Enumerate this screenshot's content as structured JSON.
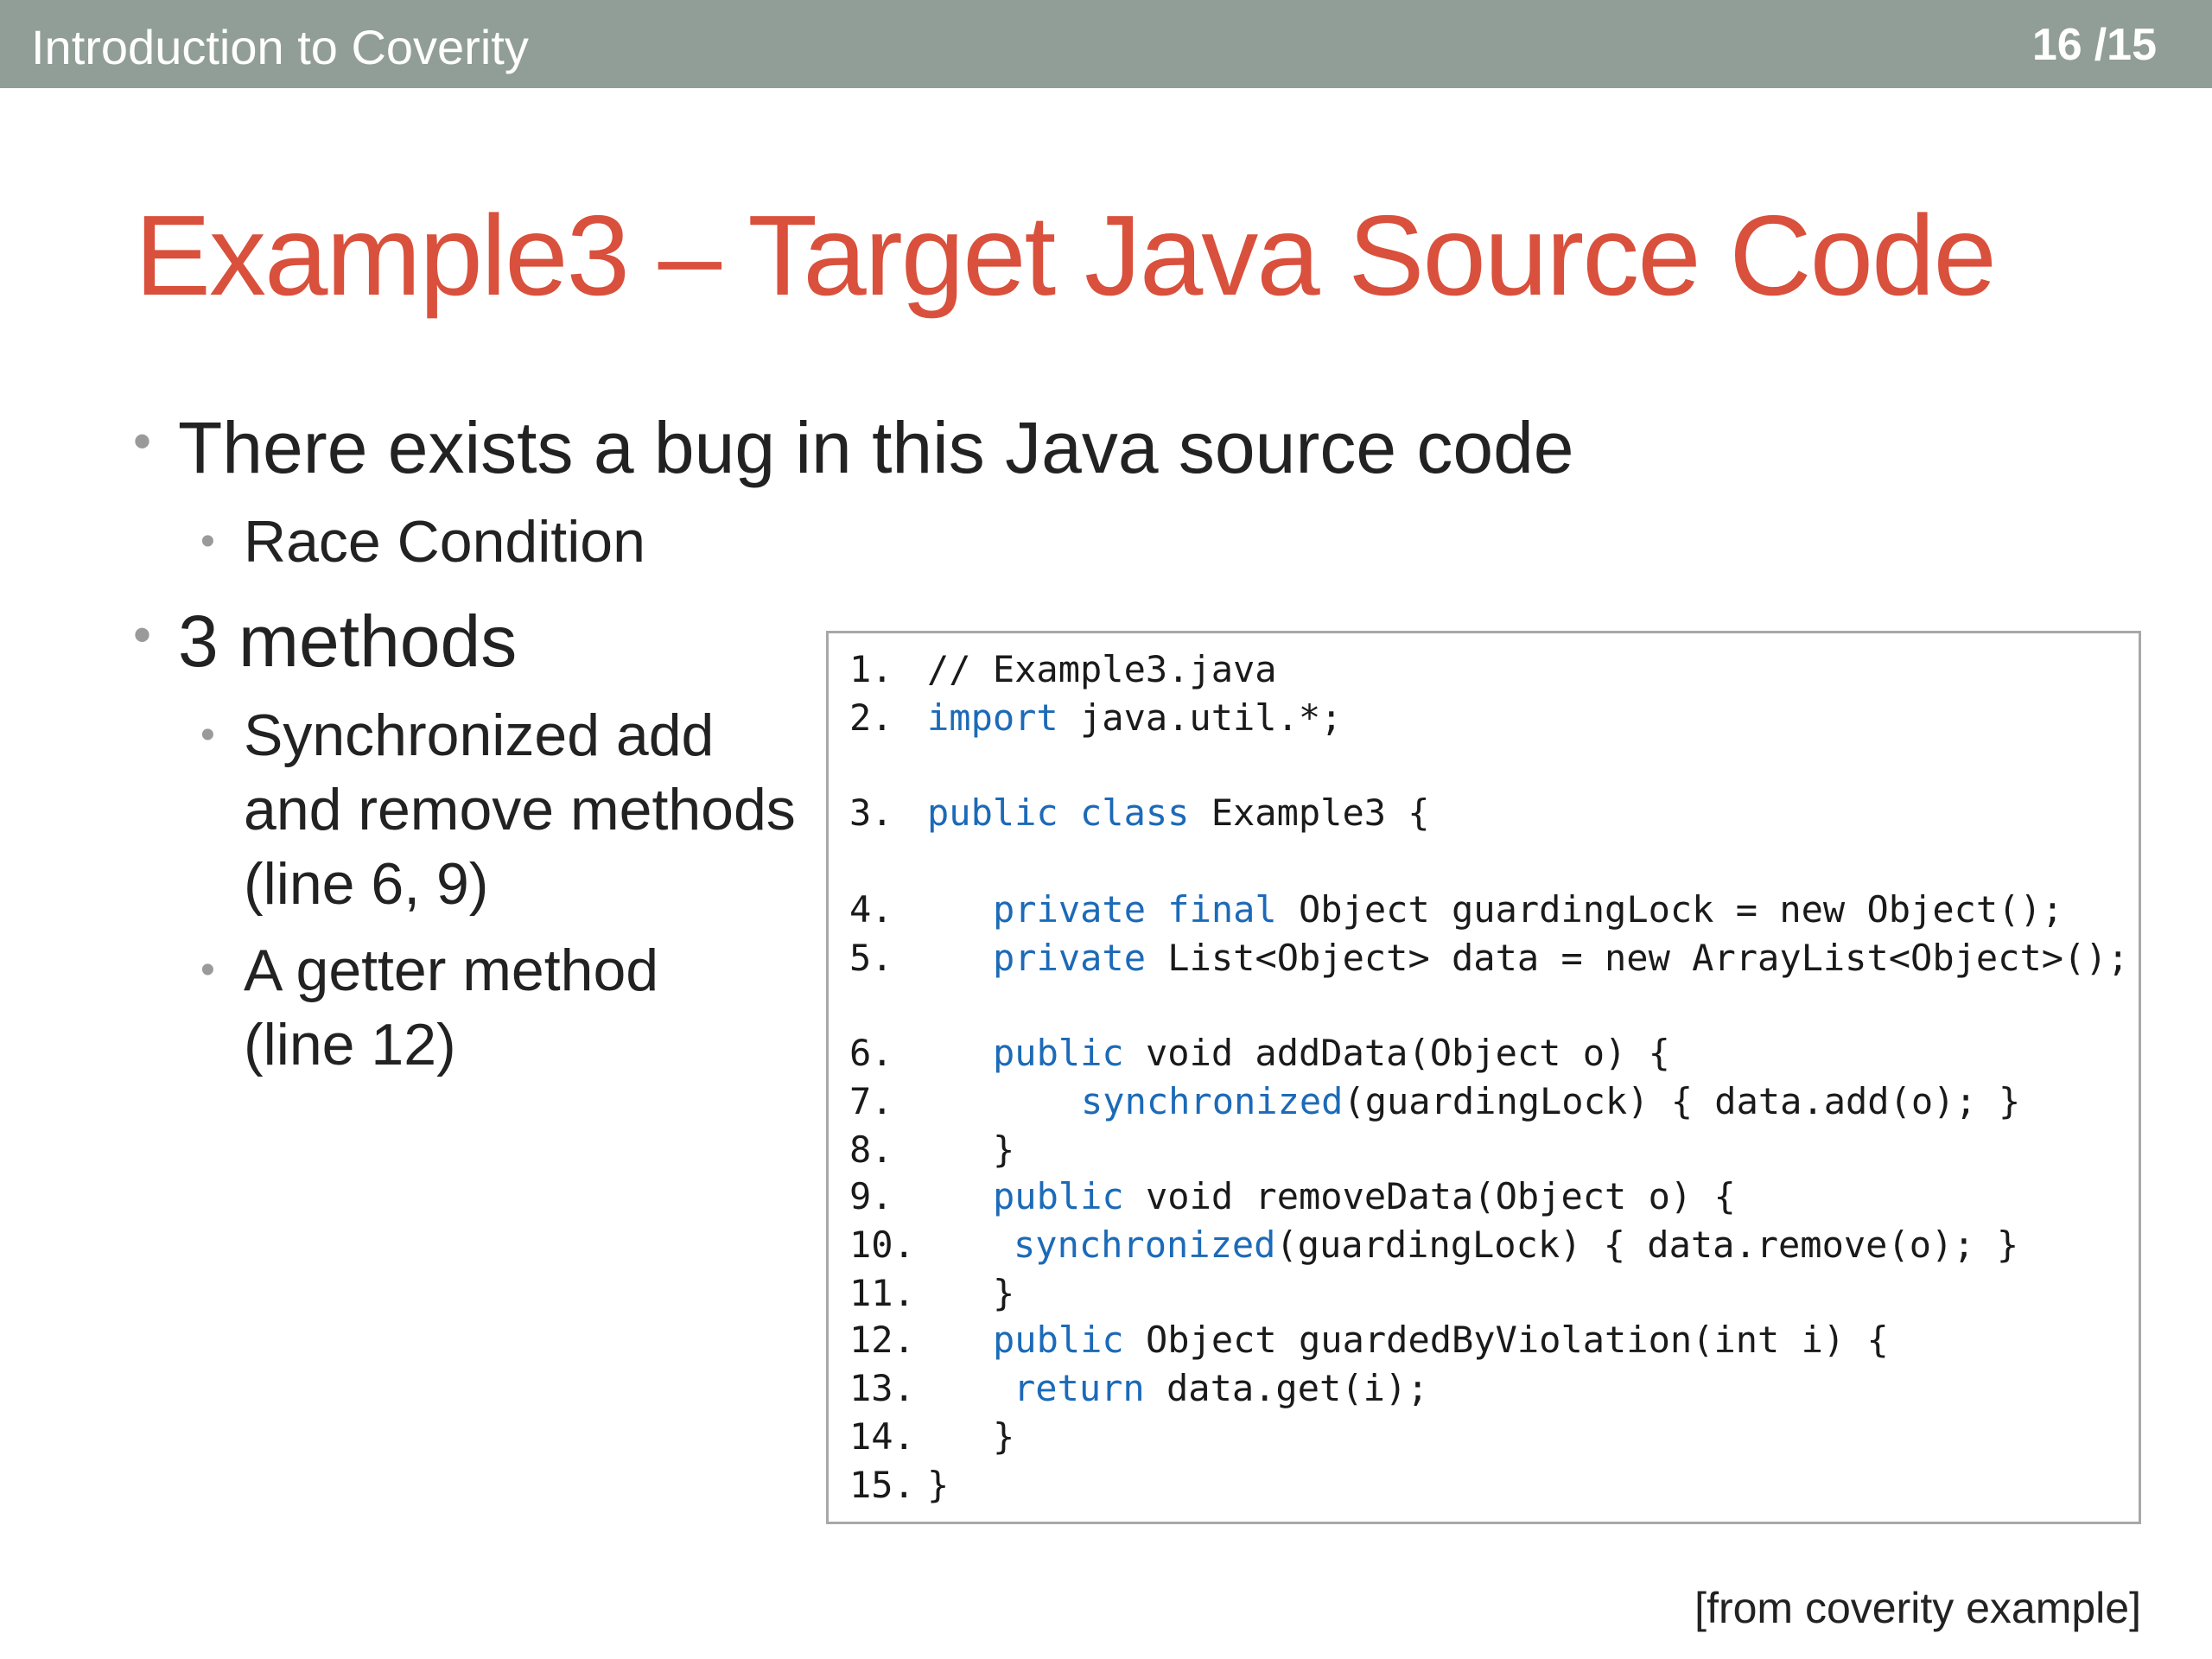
{
  "header": {
    "deck_title": "Introduction to Coverity",
    "page_current": "16",
    "page_total": "/15"
  },
  "slide": {
    "title": "Example3 – Target Java Source Code",
    "bullets": {
      "b1": "There exists a bug in this Java source code",
      "b1_sub1": "Race Condition",
      "b2": "3 methods",
      "b2_sub1_line1": "Synchronized add",
      "b2_sub1_line2": "and remove methods",
      "b2_sub1_line3": "(line 6, 9)",
      "b2_sub2_line1": "A getter method",
      "b2_sub2_line2": "(line 12)"
    },
    "source_note": "[from coverity example]"
  },
  "code": {
    "l1": {
      "num": "1.",
      "a": "// Example3.java"
    },
    "l2": {
      "num": "2.",
      "kw": "import",
      "a": " java.util.*;"
    },
    "l3": {
      "num": "3.",
      "kw": "public class",
      "a": " Example3 {"
    },
    "l4": {
      "num": "4.",
      "kw": "private final",
      "a": " Object guardingLock = new Object();"
    },
    "l5": {
      "num": "5.",
      "kw": "private",
      "a": " List<Object> data = new ArrayList<Object>();"
    },
    "l6": {
      "num": "6.",
      "kw": "public",
      "a": " void addData(Object o) {"
    },
    "l7": {
      "num": "7.",
      "kw": "synchronized",
      "a": "(guardingLock) { data.add(o); }"
    },
    "l8": {
      "num": "8.",
      "a": "}"
    },
    "l9": {
      "num": "9.",
      "kw": "public",
      "a": " void removeData(Object o) {"
    },
    "l10": {
      "num": "10.",
      "kw": "synchronized",
      "a": "(guardingLock) { data.remove(o); }"
    },
    "l11": {
      "num": "11.",
      "a": "}"
    },
    "l12": {
      "num": "12.",
      "kw": "public",
      "a": " Object guardedByViolation(int i) {"
    },
    "l13": {
      "num": "13.",
      "kw": "return",
      "a": " data.get(i);"
    },
    "l14": {
      "num": "14.",
      "a": "}"
    },
    "l15": {
      "num": "15.",
      "a": "}"
    }
  },
  "colors": {
    "header_bg": "#919e97",
    "title": "#d9503c",
    "keyword": "#1c6ab8"
  }
}
